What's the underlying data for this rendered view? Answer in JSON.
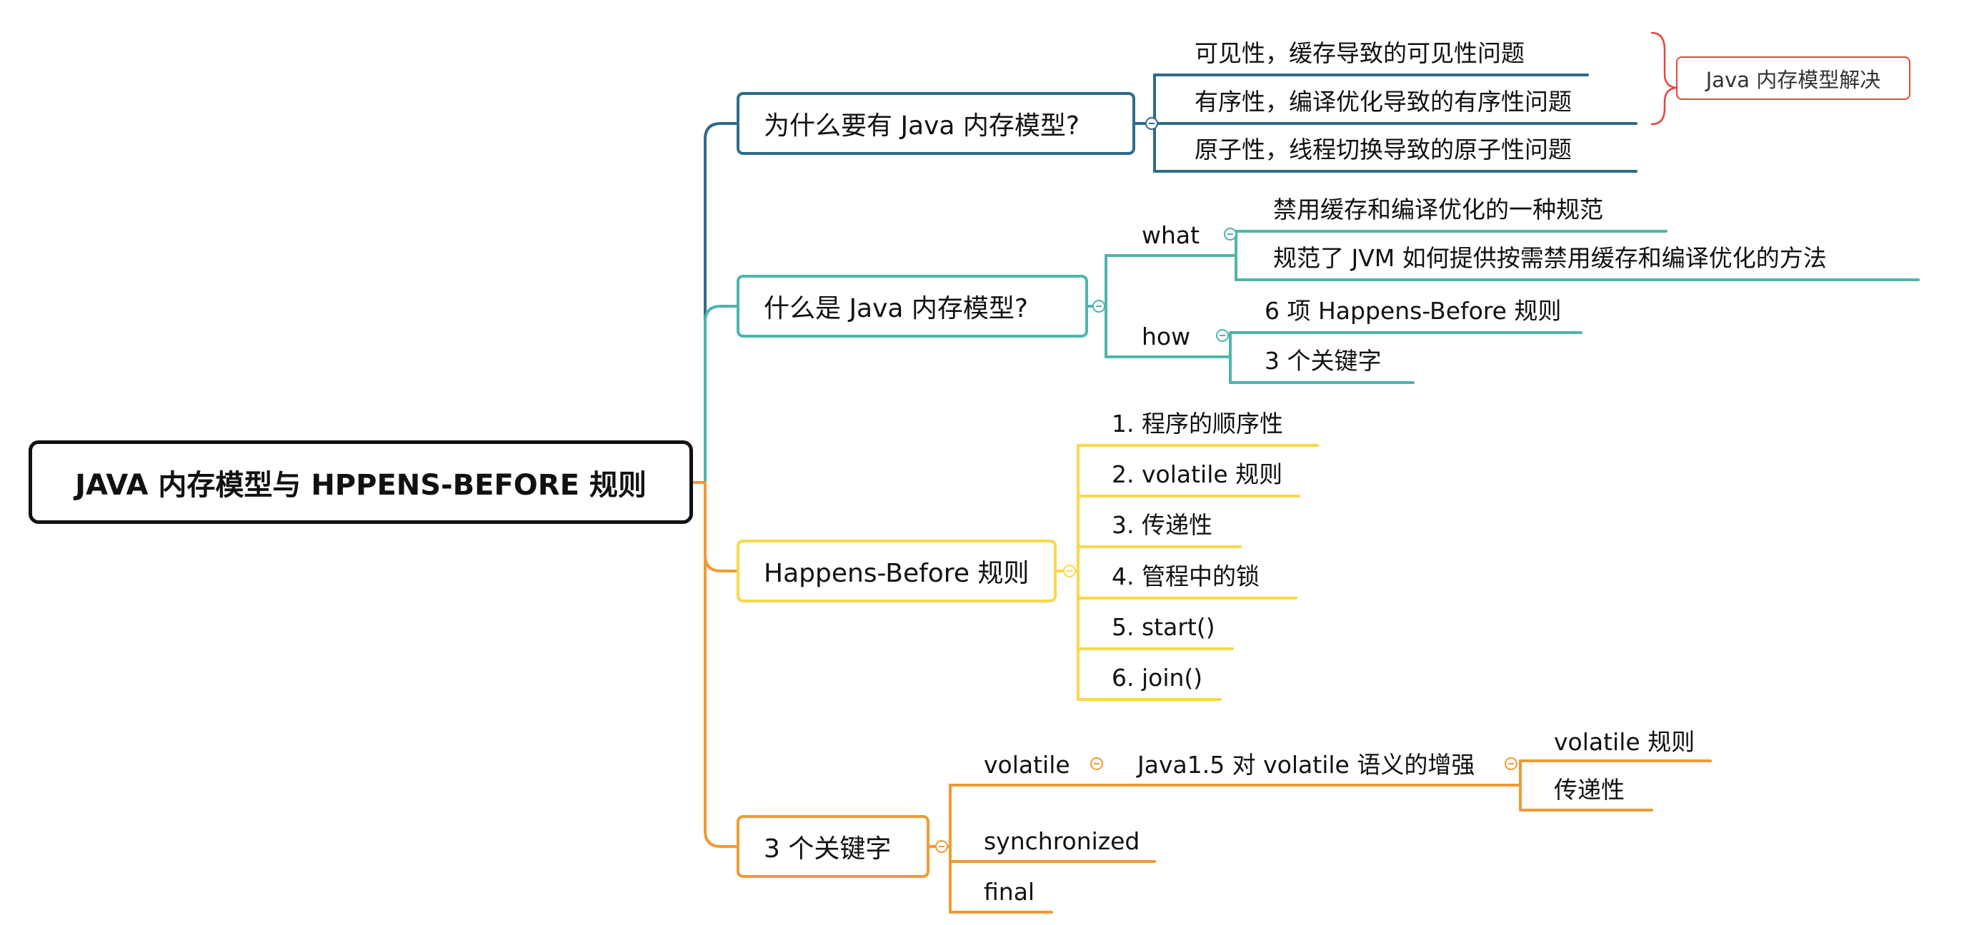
{
  "colors": {
    "root": "#111111",
    "branch_memory_model_why": "#2e6b8a",
    "branch_memory_model_what": "#4db6a9",
    "branch_happens_before": "#f7d84a",
    "branch_keywords": "#f09a34",
    "callout_border": "#e2473d"
  },
  "root": {
    "label": "JAVA 内存模型与 HPPENS-BEFORE 规则"
  },
  "why": {
    "label": "为什么要有 Java 内存模型?",
    "items": [
      "可见性，缓存导致的可见性问题",
      "有序性，编译优化导致的有序性问题",
      "原子性，线程切换导致的原子性问题"
    ],
    "callout": "Java 内存模型解决"
  },
  "what": {
    "label": "什么是 Java 内存模型?",
    "what_label": "what",
    "what_items": [
      "禁用缓存和编译优化的一种规范",
      "规范了 JVM 如何提供按需禁用缓存和编译优化的方法"
    ],
    "how_label": "how",
    "how_items": [
      "6 项 Happens-Before 规则",
      "3 个关键字"
    ]
  },
  "hb": {
    "label": "Happens-Before 规则",
    "items": [
      "1. 程序的顺序性",
      "2. volatile 规则",
      "3. 传递性",
      "4. 管程中的锁",
      "5. start()",
      "6. join()"
    ]
  },
  "kw": {
    "label": "3 个关键字",
    "volatile": "volatile",
    "enhance": "Java1.5 对 volatile 语义的增强",
    "enhance_items": [
      "volatile 规则",
      "传递性"
    ],
    "synchronized": "synchronized",
    "final": "final"
  }
}
